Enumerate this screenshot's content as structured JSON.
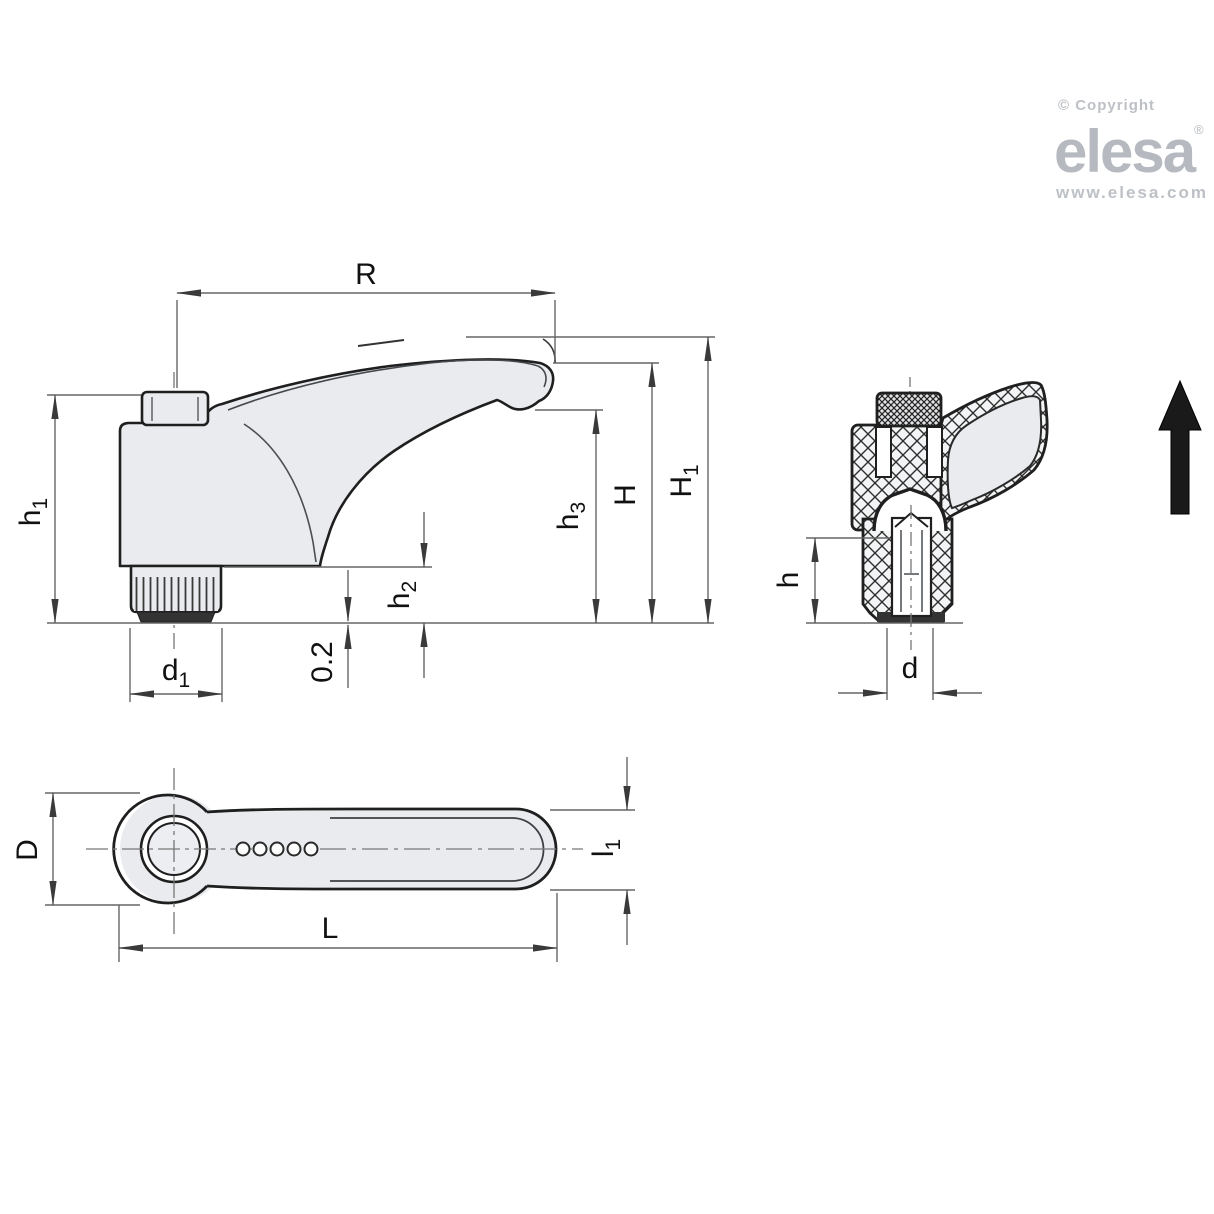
{
  "logo": {
    "copyright": "© Copyright",
    "brand": "elesa",
    "registered": "®",
    "website": "www.elesa.com"
  },
  "drawing": {
    "side_view": {
      "labels": {
        "R": {
          "text": "R",
          "sub": ""
        },
        "h1": {
          "text": "h",
          "sub": "1"
        },
        "d1": {
          "text": "d",
          "sub": "1"
        },
        "h2": {
          "text": "h",
          "sub": "2"
        },
        "tol": {
          "text": "0.2",
          "sub": ""
        },
        "h3": {
          "text": "h",
          "sub": "3"
        },
        "H": {
          "text": "H",
          "sub": ""
        },
        "H1": {
          "text": "H",
          "sub": "1"
        }
      }
    },
    "end_view": {
      "labels": {
        "h": {
          "text": "h",
          "sub": ""
        },
        "d": {
          "text": "d",
          "sub": ""
        }
      }
    },
    "top_view": {
      "labels": {
        "D": {
          "text": "D",
          "sub": ""
        },
        "L": {
          "text": "L",
          "sub": ""
        },
        "l1": {
          "text": "l",
          "sub": "1"
        }
      }
    }
  },
  "colors": {
    "outline": "#1f1f1f",
    "dimension_line": "#666666",
    "part_fill": "#e9ebee",
    "dark_fill": "#333333",
    "logo_gray": "#b8bcc2",
    "label_text": "#111111"
  }
}
